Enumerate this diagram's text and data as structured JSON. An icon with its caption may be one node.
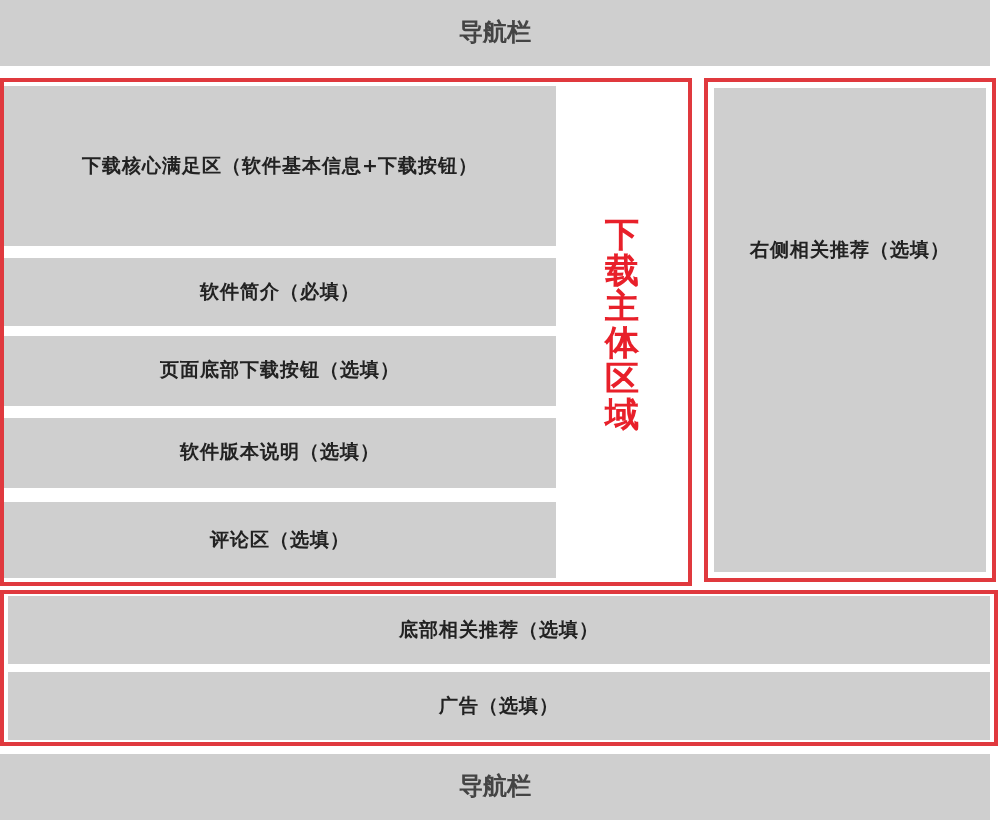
{
  "diagram": {
    "nodes": [
      {
        "text": [
          "导航栏"
        ]
      },
      {
        "text": [
          "下载主体区域"
        ]
      },
      {
        "text": [
          "下载核心满足区（软件基本信息+下载按钮）"
        ],
        "in": 1
      },
      {
        "text": [
          "软件简介（必填）"
        ],
        "in": 1
      },
      {
        "text": [
          "页面底部下载按钮（选填）"
        ],
        "in": 1
      },
      {
        "text": [
          "软件版本说明（选填）"
        ],
        "in": 1
      },
      {
        "text": [
          "评论区（选填）"
        ],
        "in": 1
      },
      {
        "text": [
          "右侧相关推荐（选填）"
        ]
      },
      {
        "text": [],
        "shape": "box"
      },
      {
        "text": [
          "底部相关推荐（选填）"
        ],
        "in": 8
      },
      {
        "text": [
          "广告（选填）"
        ],
        "in": 8
      },
      {
        "text": [
          "导航栏"
        ]
      }
    ]
  }
}
